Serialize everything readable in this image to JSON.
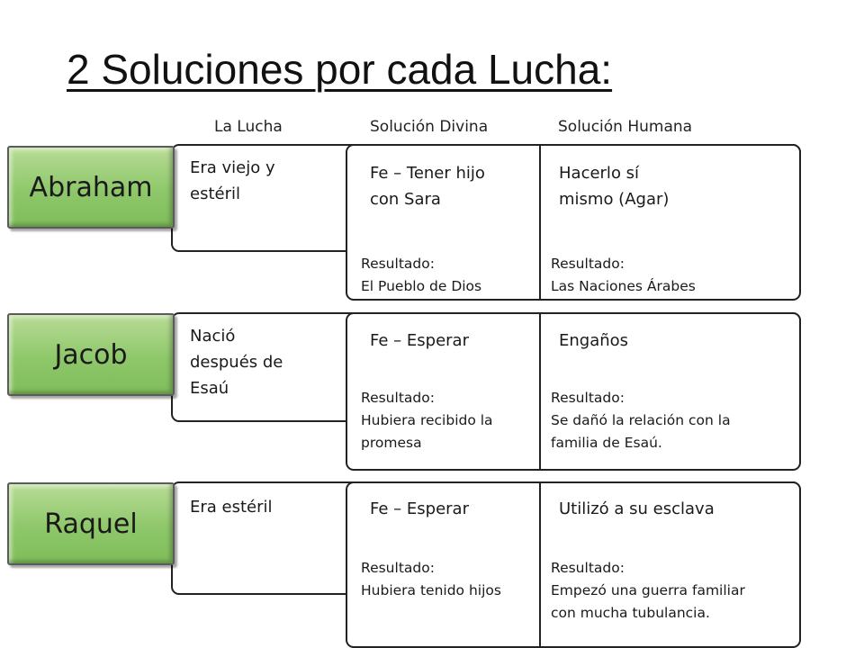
{
  "title": "2 Soluciones por cada Lucha:",
  "columns": [
    "La Lucha",
    "Solución Divina",
    "Solución Humana"
  ],
  "rows": [
    {
      "name": "Abraham",
      "lucha": "Era viejo y\nestéril",
      "divina": "Fe – Tener hijo\ncon Sara",
      "divina_result": [
        "Resultado:",
        "El Pueblo de Dios"
      ],
      "humana": "Hacerlo sí\nmismo (Agar)",
      "humana_result": [
        "Resultado:",
        "Las Naciones Árabes"
      ]
    },
    {
      "name": "Jacob",
      "lucha": "Nació\ndespués de\nEsaú",
      "divina": "Fe – Esperar",
      "divina_result": [
        "Resultado:",
        "Hubiera recibido la",
        "promesa"
      ],
      "humana": "Engaños",
      "humana_result": [
        "Resultado:",
        "Se dañó la relación con la",
        "familia de Esaú."
      ]
    },
    {
      "name": "Raquel",
      "lucha": "Era estéril",
      "divina": "Fe – Esperar",
      "divina_result": [
        "Resultado:",
        "Hubiera tenido hijos"
      ],
      "humana": "Utilizó a su esclava",
      "humana_result": [
        "Resultado:",
        "Empezó una guerra familiar",
        "con mucha tubulancia."
      ]
    }
  ]
}
